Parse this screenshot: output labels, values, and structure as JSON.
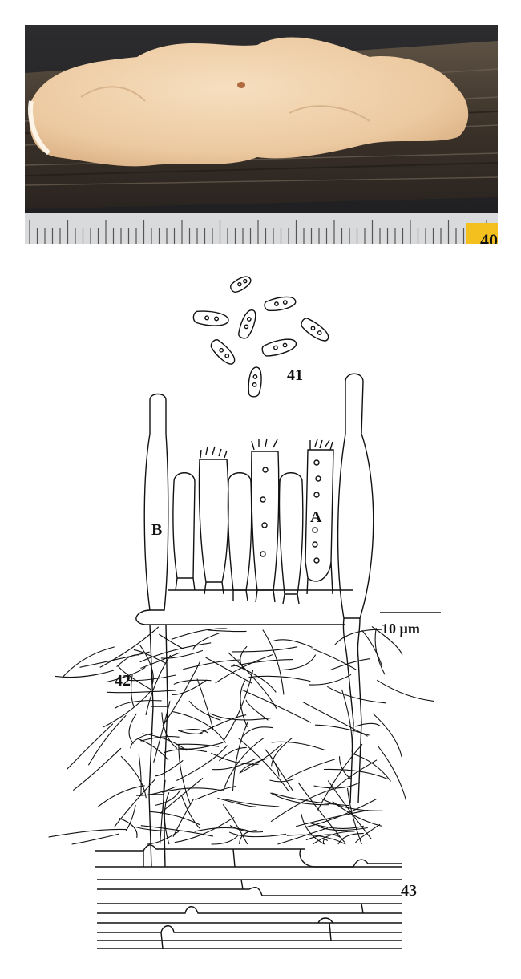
{
  "figure": {
    "photo_panel": {
      "number": "40",
      "badge_color": "#f4c01e"
    },
    "spores_panel": {
      "number": "41"
    },
    "hymenium_panel": {
      "number": "42",
      "label_a": "A",
      "label_b": "B",
      "scale_bar": "10 µm"
    },
    "hyphae_panel": {
      "number": "43"
    }
  }
}
